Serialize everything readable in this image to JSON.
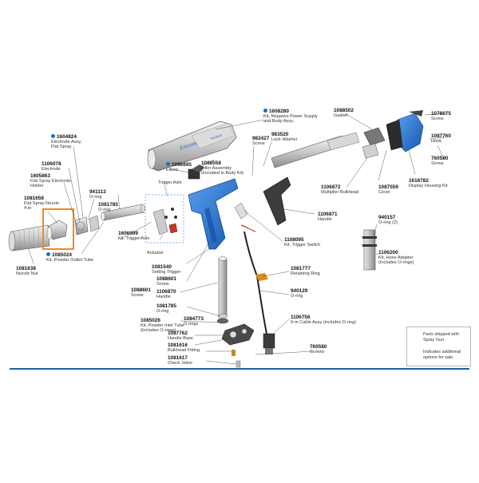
{
  "colors": {
    "accent_blue": "#1e6cc8",
    "highlight_orange": "#f08a1e",
    "line": "#333333",
    "rule": "#1e5fa8"
  },
  "labels": [
    {
      "key": "p1604824",
      "num": "1604824",
      "desc": [
        "Electrode Assy,",
        "Flat Spray"
      ],
      "dot": true
    },
    {
      "key": "p1106078",
      "num": "1106078",
      "desc": [
        "Electrode"
      ],
      "dot": false
    },
    {
      "key": "p1605863",
      "num": "1605863",
      "desc": [
        "Flat Spray Electrode",
        "Holder"
      ],
      "dot": false
    },
    {
      "key": "p1081658",
      "num": "1081658",
      "desc": [
        "Flat Spray Nozzle",
        "4-in"
      ],
      "dot": false
    },
    {
      "key": "p1081638",
      "num": "1081638",
      "desc": [
        "Nozzle Nut"
      ],
      "dot": false
    },
    {
      "key": "p941113",
      "num": "941113",
      "desc": [
        "O-ring"
      ],
      "dot": false
    },
    {
      "key": "p1081785a",
      "num": "1081785",
      "desc": [
        "O-ring"
      ],
      "dot": false
    },
    {
      "key": "p1606999",
      "num": "1606999",
      "desc": [
        "Kit, Trigger/Axle"
      ],
      "dot": false
    },
    {
      "key": "p1085024",
      "num": "1085024",
      "desc": [
        "Kit, Powder Outlet Tube"
      ],
      "dot": true
    },
    {
      "key": "p1096695",
      "num": "1096695",
      "desc": [
        "Elbow"
      ],
      "dot": true
    },
    {
      "key": "p1088558",
      "num": "1088558",
      "desc": [
        "Filter Assembly",
        "(Included in Body Kit)"
      ],
      "dot": false
    },
    {
      "key": "p1608280",
      "num": "1608280",
      "desc": [
        "Kit, Negative Power Supply",
        "and Body Assy."
      ],
      "dot": true
    },
    {
      "key": "p982427",
      "num": "982427",
      "desc": [
        "Screw"
      ],
      "dot": false
    },
    {
      "key": "p983520",
      "num": "983520",
      "desc": [
        "Lock Washer"
      ],
      "dot": false
    },
    {
      "key": "p1088502",
      "num": "1088502",
      "desc": [
        "Gasket"
      ],
      "dot": false
    },
    {
      "key": "p1078075",
      "num": "1078075",
      "desc": [
        "Screw"
      ],
      "dot": false
    },
    {
      "key": "p1087760",
      "num": "1087760",
      "desc": [
        "Hook"
      ],
      "dot": false
    },
    {
      "key": "p760580a",
      "num": "760580",
      "desc": [
        "Screw"
      ],
      "dot": false
    },
    {
      "key": "p1618782",
      "num": "1618782",
      "desc": [
        "Display Housing Kit"
      ],
      "dot": false
    },
    {
      "key": "p1087559",
      "num": "1087559",
      "desc": [
        "Cover"
      ],
      "dot": false
    },
    {
      "key": "p1106872",
      "num": "1106872",
      "desc": [
        "Multiplier Bulkhead"
      ],
      "dot": false
    },
    {
      "key": "p1106871",
      "num": "1106871",
      "desc": [
        "Handle"
      ],
      "dot": false
    },
    {
      "key": "p940157",
      "num": "940157",
      "desc": [
        "O-ring (2)"
      ],
      "dot": false
    },
    {
      "key": "p1106200",
      "num": "1106200",
      "desc": [
        "Kit, Hose Adapter",
        "(Includes O-rings)"
      ],
      "dot": false
    },
    {
      "key": "p1108095",
      "num": "1108095",
      "desc": [
        "Kit, Trigger Switch"
      ],
      "dot": false
    },
    {
      "key": "p1081777",
      "num": "1081777",
      "desc": [
        "Retaining Ring"
      ],
      "dot": false
    },
    {
      "key": "p940129",
      "num": "940129",
      "desc": [
        "O-ring"
      ],
      "dot": false
    },
    {
      "key": "p1106756",
      "num": "1106756",
      "desc": [
        "6-m Cable Assy (includes O-ring)"
      ],
      "dot": false
    },
    {
      "key": "p760580b",
      "num": "760580",
      "desc": [
        "Screws"
      ],
      "dot": false
    },
    {
      "key": "p1081540",
      "num": "1081540",
      "desc": [
        "Setting Trigger"
      ],
      "dot": false
    },
    {
      "key": "p1088601a",
      "num": "1088601",
      "desc": [
        "Screw"
      ],
      "dot": false
    },
    {
      "key": "p1088601b",
      "num": "1088601",
      "desc": [
        "Screw"
      ],
      "dot": false
    },
    {
      "key": "p1106870",
      "num": "1106870",
      "desc": [
        "Handle"
      ],
      "dot": false
    },
    {
      "key": "p1081785b",
      "num": "1081785",
      "desc": [
        "O-ring"
      ],
      "dot": false
    },
    {
      "key": "p1085026",
      "num": "1085026",
      "desc": [
        "Kit, Powder Inlet Tube",
        "(Includes O-rings)"
      ],
      "dot": false
    },
    {
      "key": "p1084773",
      "num": "1084773",
      "desc": [
        "O-rings"
      ],
      "dot": false
    },
    {
      "key": "p1087762",
      "num": "1087762",
      "desc": [
        "Handle Base"
      ],
      "dot": false
    },
    {
      "key": "p1081616",
      "num": "1081616",
      "desc": [
        "Bulkhead Fitting"
      ],
      "dot": false
    },
    {
      "key": "p1081617",
      "num": "1081617",
      "desc": [
        "Check Valve"
      ],
      "dot": false
    },
    {
      "key": "trigger_axle",
      "num": "",
      "desc": [
        "Trigger Axle"
      ],
      "dot": false
    },
    {
      "key": "actuator",
      "num": "",
      "desc": [
        "Actuator"
      ],
      "dot": false
    }
  ],
  "brand": {
    "text": "Encore",
    "sub": "Nordson"
  },
  "legend": {
    "triangle_text": [
      "Parts shipped with",
      "Spray Gun"
    ],
    "circle_text": [
      "Indicates additional",
      "options for sale"
    ]
  }
}
